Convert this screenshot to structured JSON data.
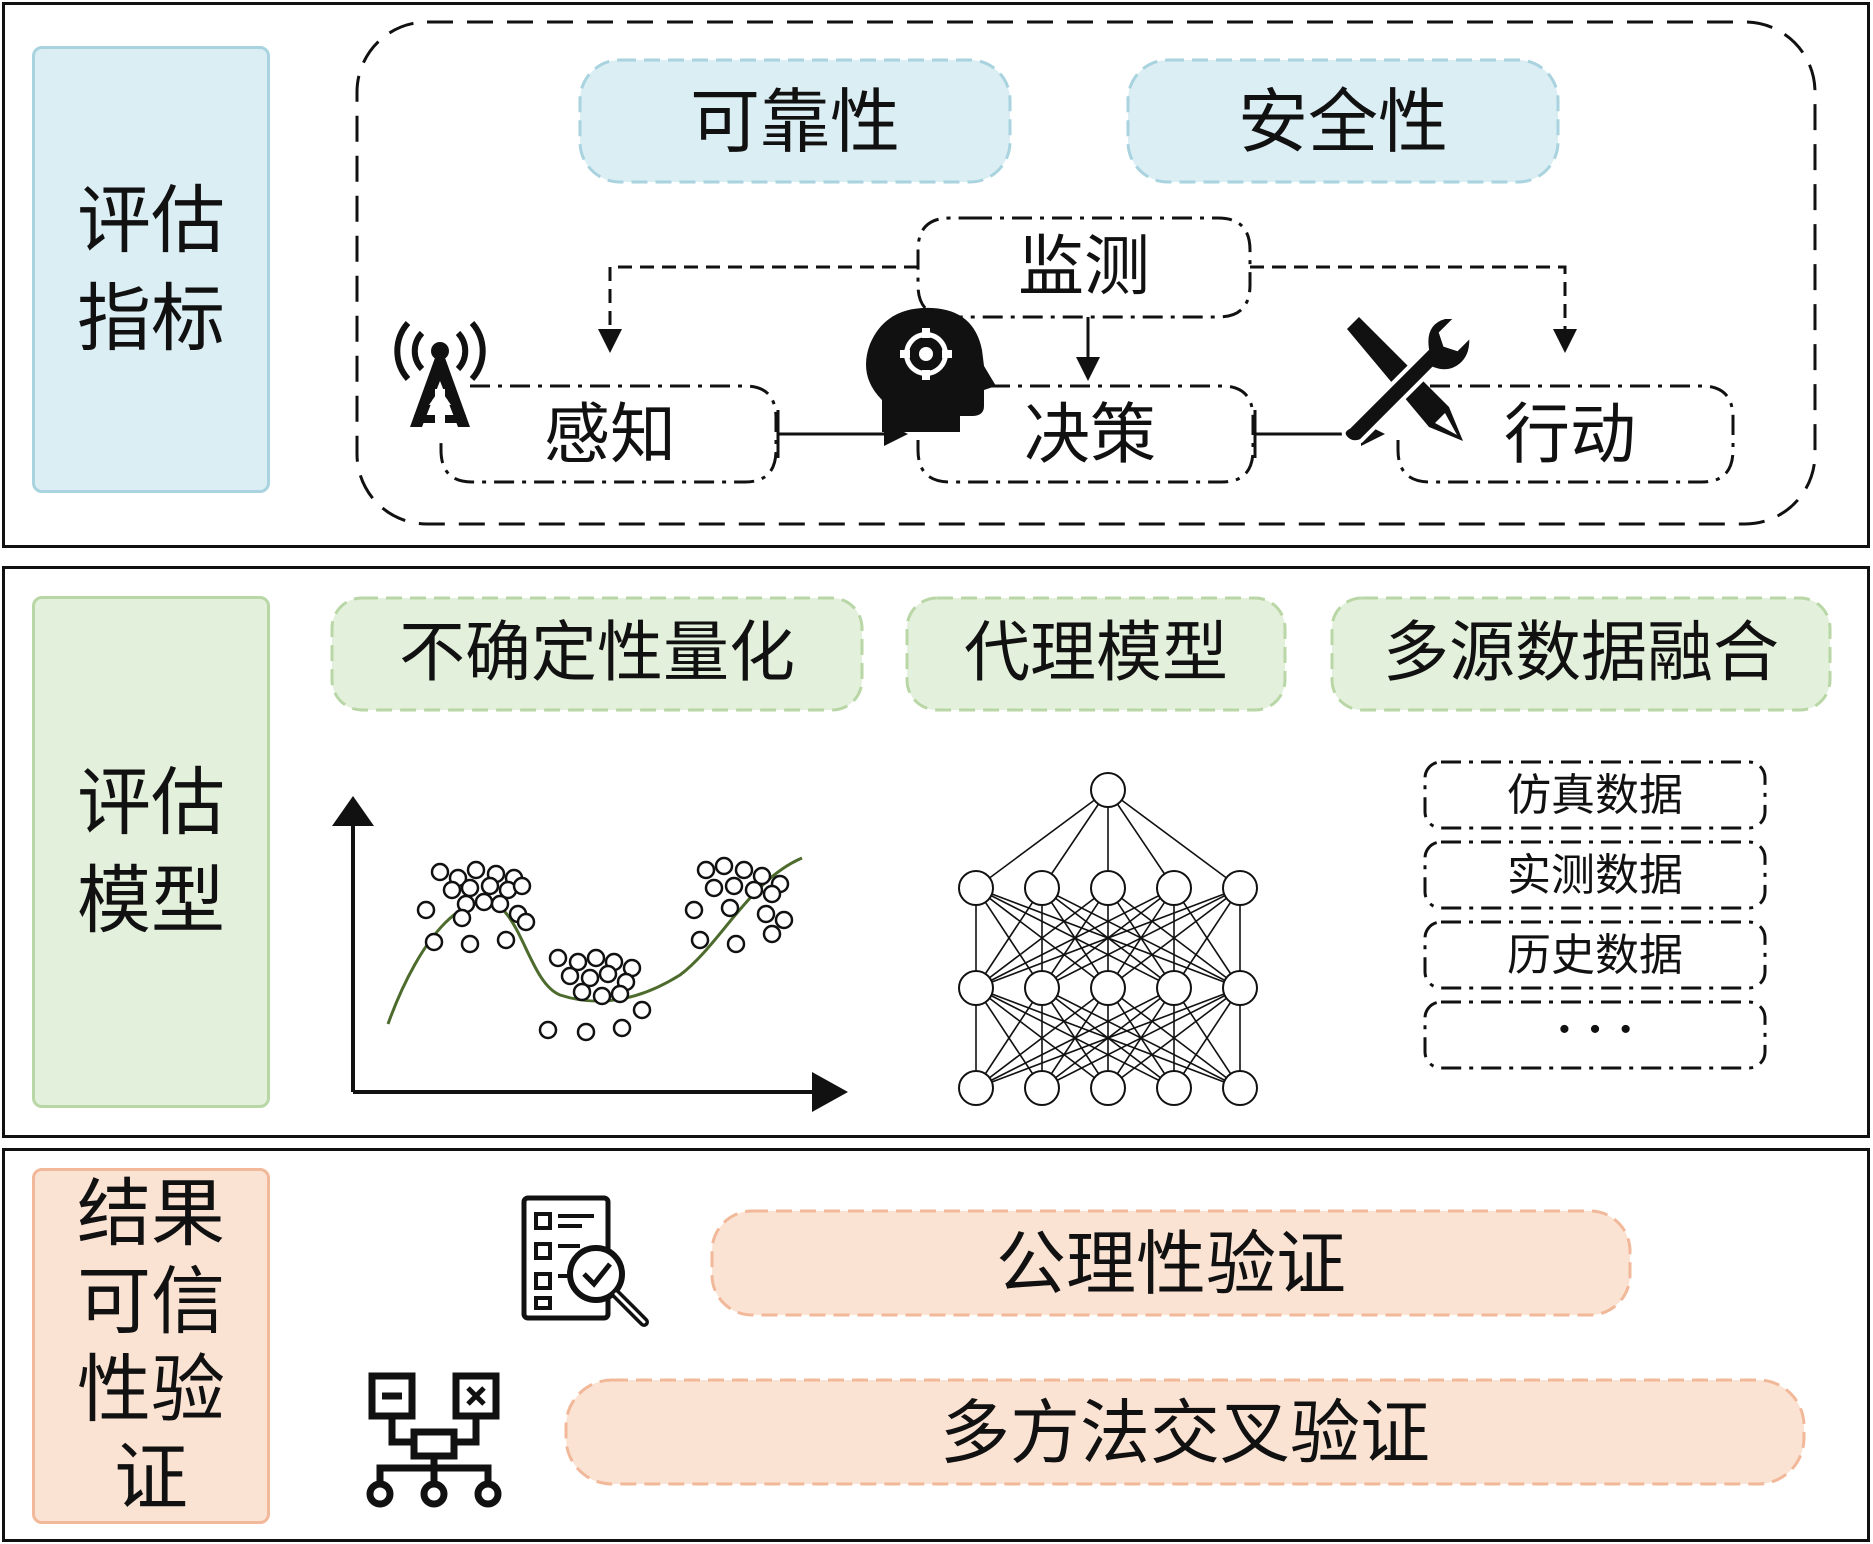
{
  "sections": {
    "metrics": {
      "label_lines": [
        "评估",
        "指标"
      ],
      "top_boxes": [
        "可靠性",
        "安全性"
      ],
      "monitor": "监测",
      "chain": [
        "感知",
        "决策",
        "行动"
      ],
      "icons": [
        "radio-tower-icon",
        "head-gear-icon",
        "wrench-pencil-icon"
      ]
    },
    "model": {
      "label_lines": [
        "评估",
        "模型"
      ],
      "methods": [
        "不确定性量化",
        "代理模型",
        "多源数据融合"
      ],
      "data_sources": [
        "仿真数据",
        "实测数据",
        "历史数据",
        "· · ·"
      ],
      "icons": [
        "scatter-curve-icon",
        "neural-network-icon"
      ]
    },
    "verification": {
      "label_lines": [
        "结果",
        "可信",
        "性验",
        "证"
      ],
      "items": [
        "公理性验证",
        "多方法交叉验证"
      ],
      "icons": [
        "checklist-magnifier-icon",
        "network-hierarchy-icon"
      ]
    }
  },
  "colors": {
    "blue_fill": "#dbeef4",
    "blue_border": "#a9d3df",
    "green_fill": "#e3f0db",
    "green_border": "#b9d7a6",
    "peach_fill": "#fbe3d4",
    "peach_border": "#f1b899",
    "curve": "#4c6b2c"
  }
}
